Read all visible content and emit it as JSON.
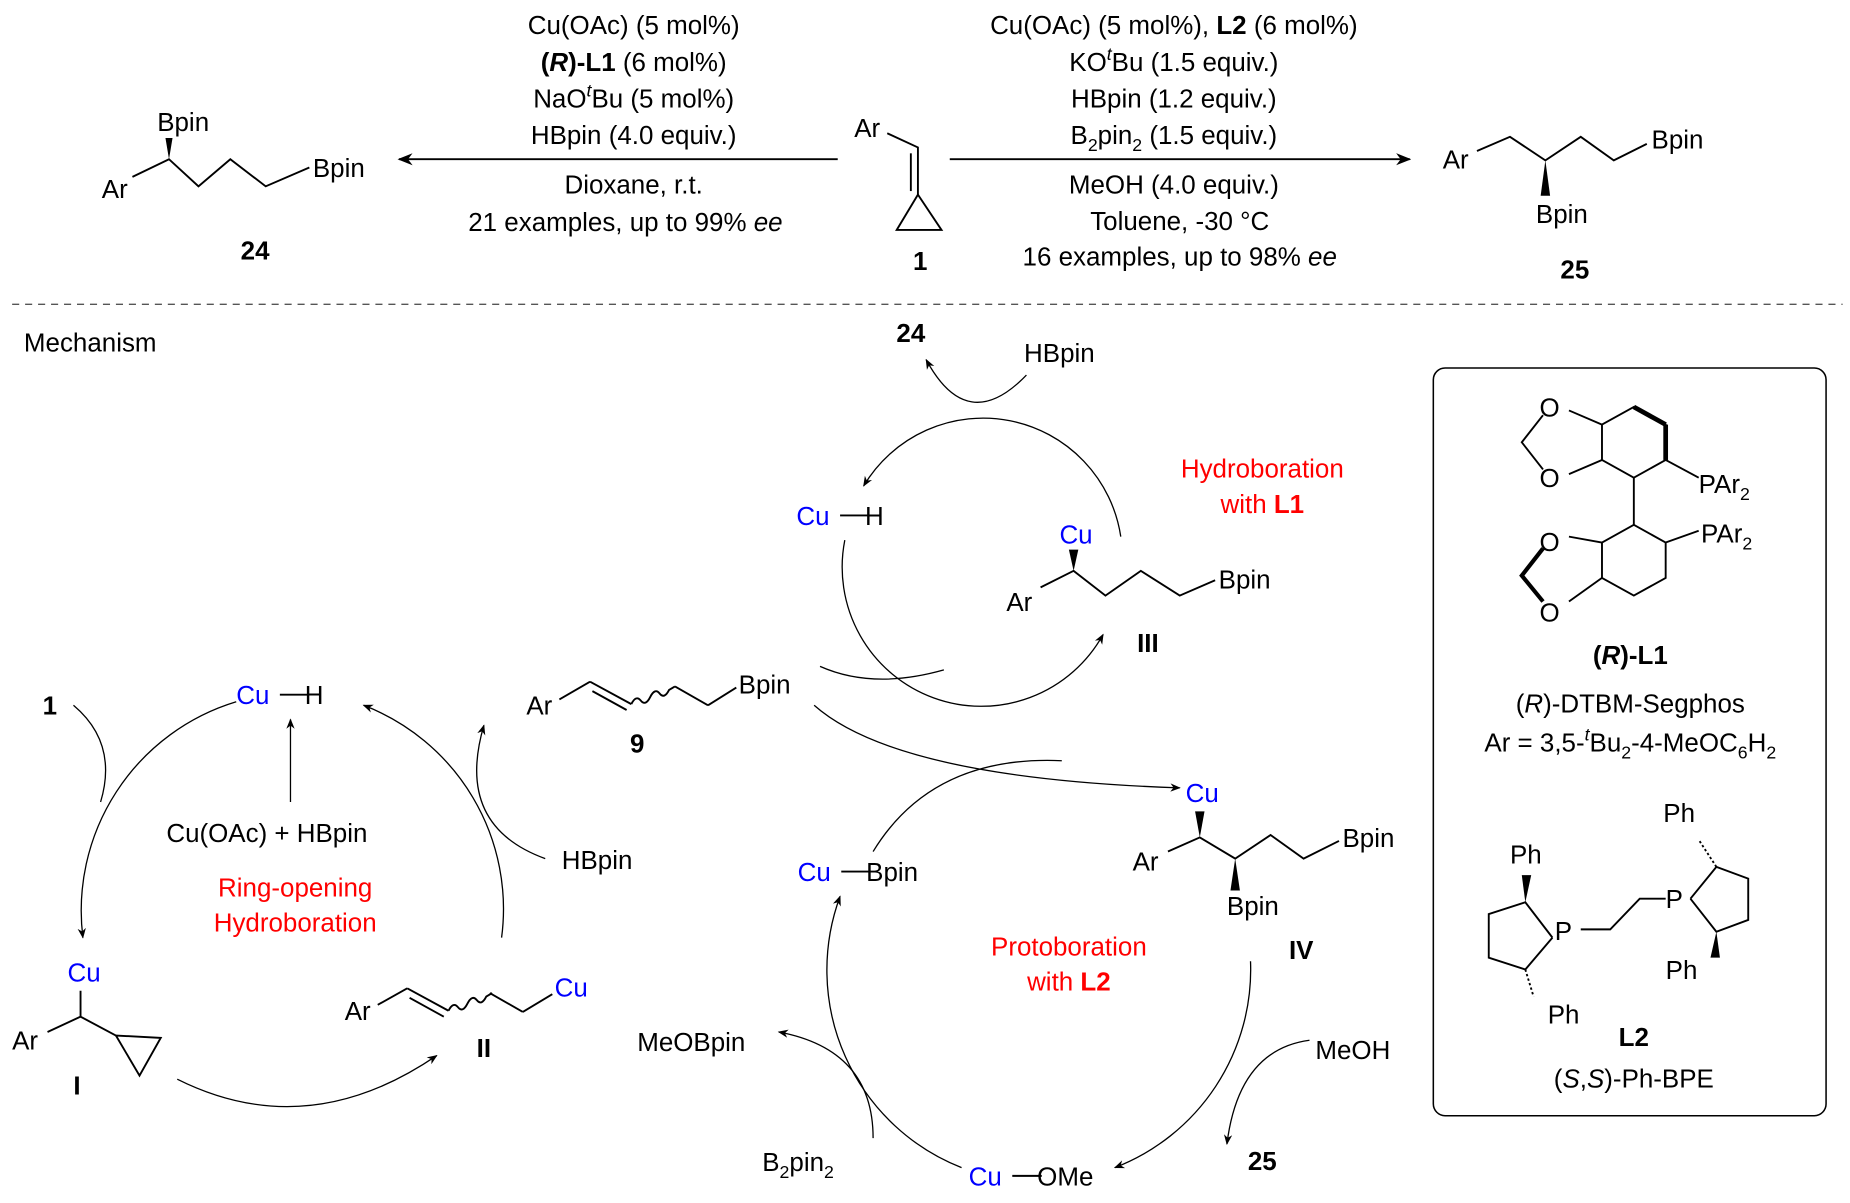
{
  "top": {
    "left_conditions": {
      "line1": "Cu(OAc) (5 mol%)",
      "line2_a": "(",
      "line2_b": "R",
      "line2_c": ")-L1",
      "line2_d": " (6 mol%)",
      "line3_a": "NaO",
      "line3_sup": "t",
      "line3_b": "Bu (5 mol%)",
      "line4": "HBpin (4.0 equiv.)",
      "line5": "Dioxane, r.t.",
      "line6_a": "21 examples, up to 99% ",
      "line6_b": "ee"
    },
    "right_conditions": {
      "line1_a": "Cu(OAc) (5 mol%), ",
      "line1_b": "L2",
      "line1_c": " (6 mol%)",
      "line2_a": "KO",
      "line2_sup": "t",
      "line2_b": "Bu (1.5 equiv.)",
      "line3": "HBpin (1.2 equiv.)",
      "line4_a": "B",
      "line4_sub1": "2",
      "line4_b": "pin",
      "line4_sub2": "2",
      "line4_c": " (1.5 equiv.)",
      "line5": "MeOH (4.0 equiv.)",
      "line6": "Toluene, -30 °C",
      "line7_a": "16 examples, up to 98% ",
      "line7_b": "ee"
    },
    "compound_24": {
      "bpin_top": "Bpin",
      "ar": "Ar",
      "bpin_end": "Bpin",
      "label": "24"
    },
    "compound_1": {
      "ar": "Ar",
      "label": "1"
    },
    "compound_25": {
      "ar": "Ar",
      "bpin_end": "Bpin",
      "bpin_wedge": "Bpin",
      "label": "25"
    }
  },
  "mechanism": {
    "title": "Mechanism",
    "hydroboration_cycle": {
      "product": "24",
      "hbpin": "HBpin",
      "cuh_cu": "Cu",
      "cuh_h": "H",
      "title_line1": "Hydroboration",
      "title_line2_a": "with ",
      "title_line2_b": "L1",
      "III": {
        "cu": "Cu",
        "ar": "Ar",
        "bpin": "Bpin",
        "label": "III"
      }
    },
    "ring_opening_cycle": {
      "substrate": "1",
      "cuh_cu": "Cu",
      "cuh_h": "H",
      "precatalyst": "Cu(OAc) + HBpin",
      "title_line1": "Ring-opening",
      "title_line2": "Hydroboration",
      "I": {
        "cu": "Cu",
        "ar": "Ar",
        "label": "I"
      },
      "II": {
        "ar": "Ar",
        "cu": "Cu",
        "label": "II"
      },
      "hbpin": "HBpin",
      "9": {
        "ar": "Ar",
        "bpin": "Bpin",
        "label": "9"
      }
    },
    "protoboration_cycle": {
      "cubpin_cu": "Cu",
      "cubpin_bpin": "Bpin",
      "IV": {
        "cu": "Cu",
        "ar": "Ar",
        "bpin_end": "Bpin",
        "bpin_wedge": "Bpin",
        "label": "IV"
      },
      "title_line1": "Protoboration",
      "title_line2_a": "with ",
      "title_line2_b": "L2",
      "meobpin": "MeOBpin",
      "b2pin2_a": "B",
      "b2pin2_sub1": "2",
      "b2pin2_b": "pin",
      "b2pin2_sub2": "2",
      "cuome_cu": "Cu",
      "cuome_ome": "OMe",
      "meoh": "MeOH",
      "product": "25"
    },
    "ligand_box": {
      "l1": {
        "o1": "O",
        "o2": "O",
        "o3": "O",
        "o4": "O",
        "par1_a": "PAr",
        "par1_sub": "2",
        "par2_a": "PAr",
        "par2_sub": "2",
        "label_a": "(",
        "label_b": "R",
        "label_c": ")-L1",
        "name_a": "(",
        "name_b": "R",
        "name_c": ")-DTBM-Segphos",
        "ar_a": "Ar = 3,5-",
        "ar_sup": "t",
        "ar_b": "Bu",
        "ar_sub1": "2",
        "ar_c": "-4-MeOC",
        "ar_sub2": "6",
        "ar_d": "H",
        "ar_sub3": "2"
      },
      "l2": {
        "ph1": "Ph",
        "ph2": "Ph",
        "ph3": "Ph",
        "ph4": "Ph",
        "p1": "P",
        "p2": "P",
        "label": "L2",
        "name_a": "(",
        "name_b": "S",
        "name_c": ",",
        "name_d": "S",
        "name_e": ")-Ph-BPE"
      }
    }
  },
  "colors": {
    "metal": "#0000ff",
    "highlight": "#ff0000"
  }
}
